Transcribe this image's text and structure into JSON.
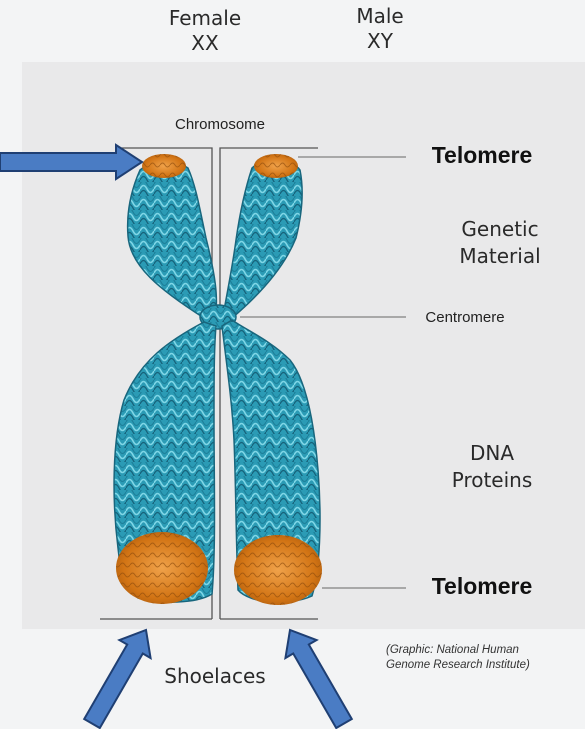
{
  "headers": {
    "female": {
      "label": "Female",
      "chromosomes": "XX"
    },
    "male": {
      "label": "Male",
      "chromosomes": "XY"
    }
  },
  "labels": {
    "chromosome": "Chromosome",
    "telomere_top": "Telomere",
    "genetic_material": [
      "Genetic",
      "Material"
    ],
    "centromere": "Centromere",
    "dna_proteins": [
      "DNA",
      "Proteins"
    ],
    "telomere_bottom": "Telomere",
    "shoelaces": "Shoelaces"
  },
  "credit": [
    "(Graphic: National Human",
    "Genome  Research Institute)"
  ],
  "colors": {
    "chromatid": "#2b9bb5",
    "chromatid_dark": "#1a6f86",
    "chromatid_light": "#7fd6e6",
    "telomere": "#d57a1f",
    "arrow": "#4a7cc4",
    "arrow_outline": "#1f3f73",
    "panel": "#e9e9ea"
  }
}
